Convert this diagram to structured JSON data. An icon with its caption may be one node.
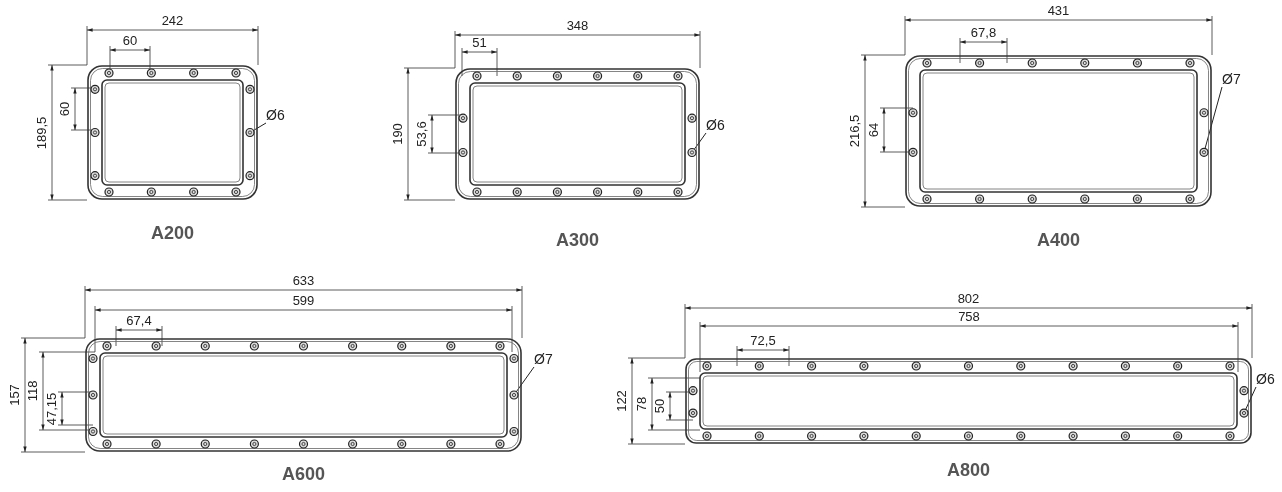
{
  "diagram": {
    "nodes": [
      {
        "text": [
          "A200"
        ]
      },
      {
        "text": [
          "Ø6"
        ]
      },
      {
        "text": [
          "A300"
        ]
      },
      {
        "text": [
          "Ø6"
        ]
      },
      {
        "text": [
          "A400"
        ]
      },
      {
        "text": [
          "Ø7"
        ]
      },
      {
        "text": [
          "A600"
        ]
      },
      {
        "text": [
          "Ø7"
        ]
      },
      {
        "text": [
          "A800"
        ]
      },
      {
        "text": [
          "Ø6"
        ]
      }
    ],
    "edges": [
      {
        "from": 1,
        "to": 0,
        "arrow": "none"
      },
      {
        "from": 3,
        "to": 2,
        "arrow": "none"
      },
      {
        "from": 5,
        "to": 4,
        "arrow": "none"
      },
      {
        "from": 7,
        "to": 6,
        "arrow": "none"
      },
      {
        "from": 9,
        "to": 8,
        "arrow": "none"
      }
    ],
    "labels": [
      "242",
      "60",
      "189,5",
      "60",
      "348",
      "51",
      "190",
      "53,6",
      "431",
      "67,8",
      "216,5",
      "64",
      "633",
      "599",
      "67,4",
      "157",
      "118",
      "47,15",
      "802",
      "758",
      "72,5",
      "122",
      "78",
      "50"
    ]
  }
}
